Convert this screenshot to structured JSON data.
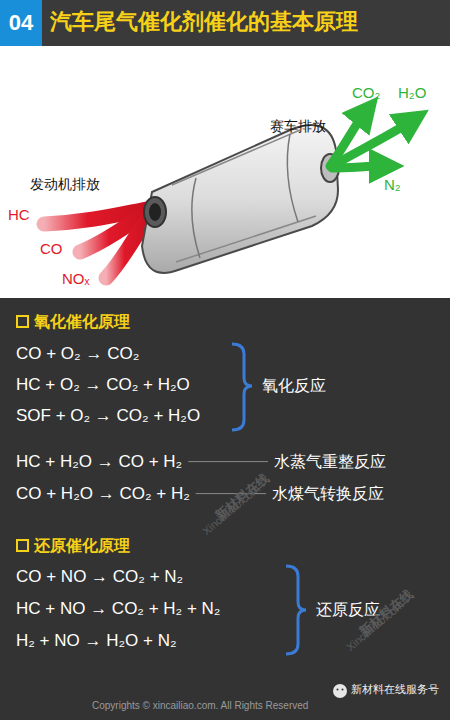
{
  "diagram": {
    "title": "汽车尾气催化剂催化的基本原理",
    "nodes": [
      {
        "text": [
          "04"
        ]
      }
    ],
    "labels": [
      "发动机排放",
      "赛车排放",
      "HC",
      "CO",
      "NOₓ",
      "CO₂",
      "H₂O",
      "N₂",
      "氧化催化原理",
      "CO + O₂ → CO₂",
      "HC + O₂ → CO₂ + H₂O",
      "SOF + O₂ → CO₂ + H₂O",
      "HC + H₂O → CO + H₂",
      "CO + H₂O → CO₂ + H₂",
      "氧化反应",
      "水蒸气重整反应",
      "水煤气转换反应",
      "还原催化原理",
      "CO + NO → CO₂ + N₂",
      "HC + NO → CO₂ + H₂ + N₂",
      "H₂ + NO → H₂O + N₂",
      "还原反应",
      "新材料在线",
      "Xincailiao.com",
      "新材料在线",
      "Xincailiao.com",
      "Copyrights © xincailiao.com. All Rights Reserved",
      "新材料在线服务号"
    ]
  }
}
